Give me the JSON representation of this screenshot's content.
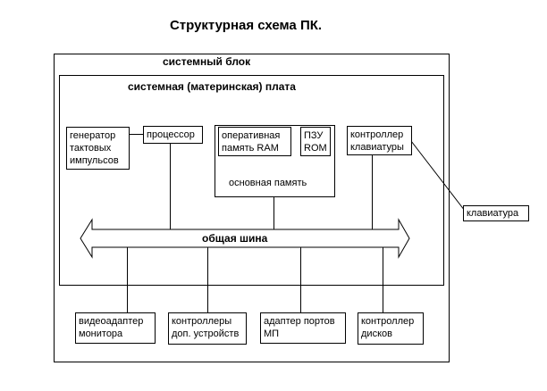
{
  "title": "Структурная схема ПК.",
  "system_unit": "системный блок",
  "motherboard": "системная (материнская) плата",
  "generator": [
    "генератор",
    "тактовых",
    "импульсов"
  ],
  "processor": "процессор",
  "ram": [
    "оперативная",
    "память RAM"
  ],
  "rom": [
    "ПЗУ",
    "ROM"
  ],
  "main_memory": "основная память",
  "kbd_controller": [
    "контроллер",
    "клавиатуры"
  ],
  "keyboard": "клавиатура",
  "bus": "общая шина",
  "video": [
    "видеоадаптер",
    "монитора"
  ],
  "ext_controllers": [
    "контроллеры",
    "доп. устройств"
  ],
  "port_adapter": [
    "адаптер портов",
    "МП"
  ],
  "disk_controller": [
    "контроллер",
    "дисков"
  ]
}
